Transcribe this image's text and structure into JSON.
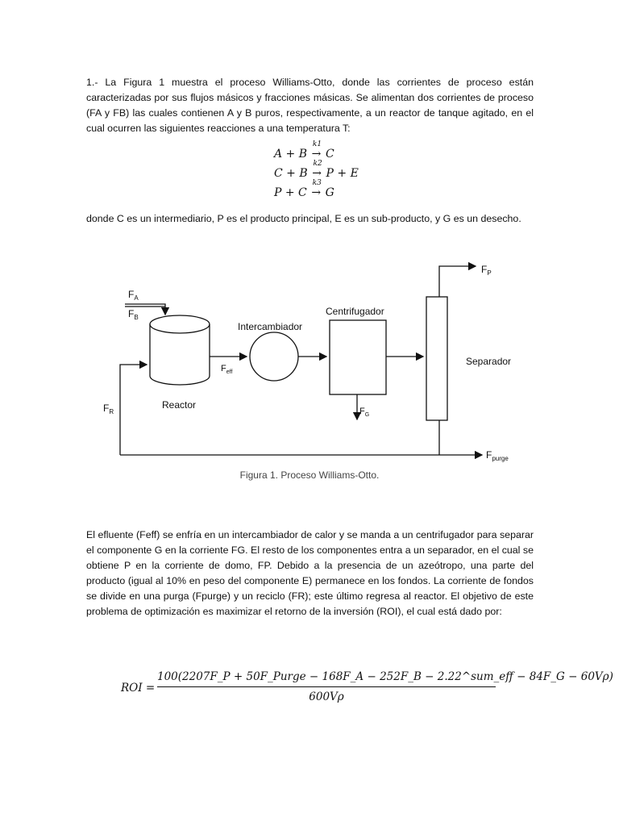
{
  "problem": {
    "intro": "1.- La Figura 1 muestra el proceso Williams-Otto, donde las corrientes de proceso están caracterizadas por sus flujos másicos y fracciones másicas. Se alimentan dos corrientes de proceso (FA y FB) las cuales contienen A y B puros, respectivamente, a un reactor de tanque agitado, en el cual ocurren las siguientes reacciones a una temperatura T:",
    "reactions": [
      {
        "lhs": "A + B",
        "k": "k1",
        "rhs": "C"
      },
      {
        "lhs": "C + B",
        "k": "k2",
        "rhs": "P + E"
      },
      {
        "lhs": "P + C",
        "k": "k3",
        "rhs": "G"
      }
    ],
    "after_reactions": "donde C es un intermediario, P es el producto principal, E es un sub-producto, y G es un desecho."
  },
  "figure": {
    "caption": "Figura 1. Proceso Williams-Otto.",
    "labels": {
      "fa": "F",
      "fa_sub": "A",
      "fb": "F",
      "fb_sub": "B",
      "fr": "F",
      "fr_sub": "R",
      "feff": "F",
      "feff_sub": "eff",
      "fg": "F",
      "fg_sub": "G",
      "fp": "F",
      "fp_sub": "P",
      "fpurge": "F",
      "fpurge_sub": "purge",
      "reactor": "Reactor",
      "intercambiador": "Intercambiador",
      "centrifugador": "Centrifugador",
      "separador": "Separador"
    }
  },
  "description": "El efluente (Feff) se enfría en un intercambiador de calor y se manda a un centrifugador para separar el componente G en la corriente FG. El resto de los componentes entra a un separador, en el cual se obtiene P en la corriente de domo, FP. Debido a la presencia de un azeótropo, una parte del producto (igual al 10% en peso del componente E) permanece en los fondos. La corriente de fondos se divide en una purga (Fpurge) y un reciclo (FR); este último regresa al reactor. El objetivo de este problema de optimización es maximizar el retorno de la inversión (ROI), el cual está dado por:",
  "roi": {
    "lhs": "ROI =",
    "numerator": "100(2207F_P + 50F_Purge − 168F_A − 252F_B − 2.22^sum_eff − 84F_G − 60Vρ)",
    "denominator": "600Vρ"
  }
}
